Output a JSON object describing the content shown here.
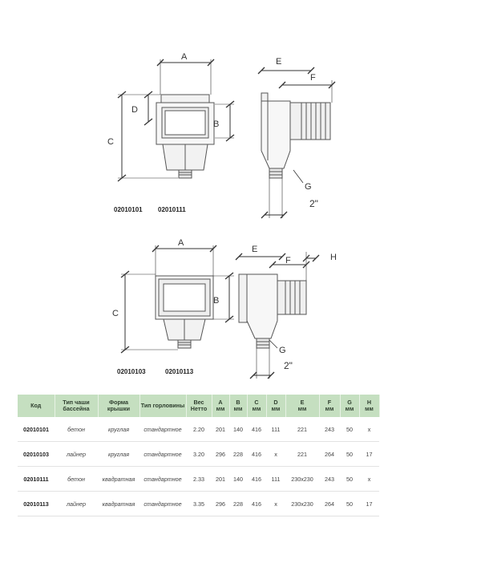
{
  "drawing_top": {
    "labels": {
      "A": "A",
      "B": "B",
      "C": "C",
      "D": "D",
      "E": "E",
      "F": "F",
      "G": "G",
      "thread": "2\""
    },
    "codes": [
      "02010101",
      "02010111"
    ]
  },
  "drawing_bottom": {
    "labels": {
      "A": "A",
      "B": "B",
      "C": "C",
      "E": "E",
      "F": "F",
      "G": "G",
      "H": "H",
      "thread": "2\""
    },
    "codes": [
      "02010103",
      "02010113"
    ]
  },
  "table": {
    "headers": [
      {
        "label": "Код",
        "unit": ""
      },
      {
        "label": "Тип чаши бассейна",
        "unit": ""
      },
      {
        "label": "Форма крышки",
        "unit": ""
      },
      {
        "label": "Тип горловины",
        "unit": ""
      },
      {
        "label": "Вес Нетто",
        "unit": ""
      },
      {
        "label": "A",
        "unit": "мм"
      },
      {
        "label": "B",
        "unit": "мм"
      },
      {
        "label": "C",
        "unit": "мм"
      },
      {
        "label": "D",
        "unit": "мм"
      },
      {
        "label": "E",
        "unit": "мм"
      },
      {
        "label": "F",
        "unit": "мм"
      },
      {
        "label": "G",
        "unit": "мм"
      },
      {
        "label": "H",
        "unit": "мм"
      }
    ],
    "rows": [
      [
        "02010101",
        "бетон",
        "круглая",
        "стандартное",
        "2.20",
        "201",
        "140",
        "416",
        "111",
        "221",
        "243",
        "50",
        "x"
      ],
      [
        "02010103",
        "лайнер",
        "круглая",
        "стандартное",
        "3.20",
        "296",
        "228",
        "416",
        "x",
        "221",
        "264",
        "50",
        "17"
      ],
      [
        "02010111",
        "бетон",
        "квадратная",
        "стандартное",
        "2.33",
        "201",
        "140",
        "416",
        "111",
        "230x230",
        "243",
        "50",
        "x"
      ],
      [
        "02010113",
        "лайнер",
        "квадратная",
        "стандартное",
        "3.35",
        "296",
        "228",
        "416",
        "x",
        "230x230",
        "264",
        "50",
        "17"
      ]
    ]
  }
}
